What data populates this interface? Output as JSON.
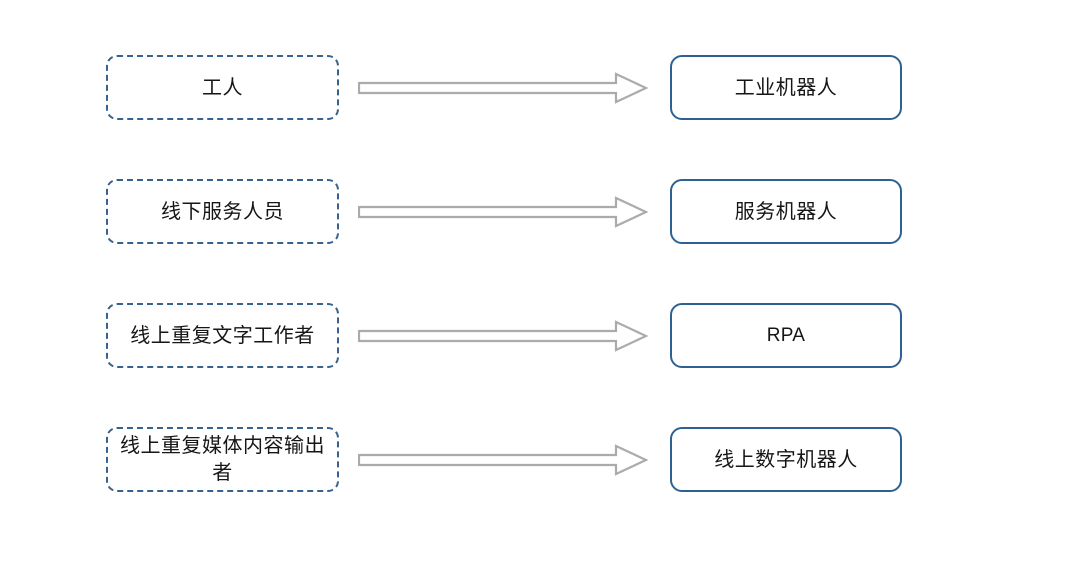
{
  "diagram": {
    "type": "mapping-flow",
    "title": "",
    "background_color": "#FFFFFF",
    "source_box_style": {
      "border_color": "#37618E",
      "border_style": "dashed",
      "fill": "#FFFFFF",
      "text_color": "#161616"
    },
    "target_box_style": {
      "border_color": "#2E6193",
      "border_style": "solid",
      "fill": "#FFFFFF",
      "text_color": "#161616"
    },
    "arrow_style": {
      "stroke_color": "#ABABAB",
      "fill": "#FFFFFF",
      "shape": "hollow-block-arrow",
      "direction": "left-to-right"
    },
    "rows": [
      {
        "source": "工人",
        "target": "工业机器人",
        "arrow_name": "arrow-worker-to-industrial-robot",
        "target_is_latin": false
      },
      {
        "source": "线下服务人员",
        "target": "服务机器人",
        "arrow_name": "arrow-offline-service-to-service-robot",
        "target_is_latin": false
      },
      {
        "source": "线上重复文字工作者",
        "target": "RPA",
        "arrow_name": "arrow-text-worker-to-rpa",
        "target_is_latin": true
      },
      {
        "source": "线上重复媒体内容输出者",
        "target": "线上数字机器人",
        "arrow_name": "arrow-media-creator-to-digital-robot",
        "target_is_latin": false
      }
    ]
  }
}
